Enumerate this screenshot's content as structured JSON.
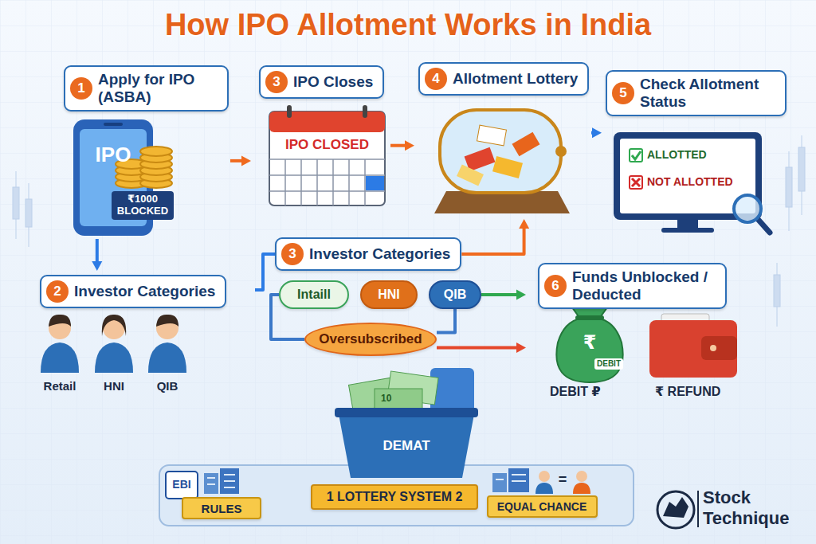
{
  "diagram": {
    "title": "How IPO Allotment Works in India",
    "nodes": [
      {
        "text": [
          "1",
          "Apply for IPO (ASBA)"
        ]
      },
      {
        "text": [
          "3",
          "IPO Closes"
        ]
      },
      {
        "text": [
          "4",
          "Allotment Lottery"
        ]
      },
      {
        "text": [
          "5",
          "Check Allotment Status"
        ]
      },
      {
        "text": [
          "2",
          "Investor Categories"
        ]
      },
      {
        "text": [
          "3",
          "Investor Categories"
        ]
      },
      {
        "text": [
          "Intaill"
        ]
      },
      {
        "text": [
          "HNI"
        ]
      },
      {
        "text": [
          "QIB"
        ]
      },
      {
        "text": [
          "Oversubscribed"
        ]
      },
      {
        "text": [
          "6",
          "Funds Unblocked / Deducted"
        ]
      },
      {
        "text": [
          "RULES"
        ]
      },
      {
        "text": [
          "1 LOTTERY SYSTEM 2"
        ]
      },
      {
        "text": [
          "EQUAL CHANCE"
        ]
      }
    ],
    "edges": [
      {
        "from": 0,
        "to": 1,
        "arrow": "to"
      },
      {
        "from": 1,
        "to": 2,
        "arrow": "to"
      },
      {
        "from": 2,
        "to": 3,
        "arrow": "to"
      },
      {
        "from": 0,
        "to": 4,
        "arrow": "to"
      },
      {
        "from": 4,
        "to": 5,
        "arrow": "none"
      },
      {
        "from": 5,
        "to": 2,
        "arrow": "to"
      },
      {
        "from": 6,
        "to": 9,
        "arrow": "none"
      },
      {
        "from": 8,
        "to": 9,
        "arrow": "none"
      },
      {
        "from": 8,
        "to": 10,
        "arrow": "to"
      },
      {
        "from": 9,
        "to": 10,
        "arrow": "to"
      }
    ],
    "labels": [
      "IPO",
      "₹1000 BLOCKED",
      "IPO CLOSED",
      "ALLOTTED",
      "NOT ALLOTTED",
      "Retail",
      "HNI",
      "QIB",
      "₹",
      "DEBIT",
      "DEBIT ₽",
      "₹ REFUND",
      "10",
      "DEMAT",
      "EBI",
      "=",
      "Stock",
      "Technique"
    ]
  }
}
